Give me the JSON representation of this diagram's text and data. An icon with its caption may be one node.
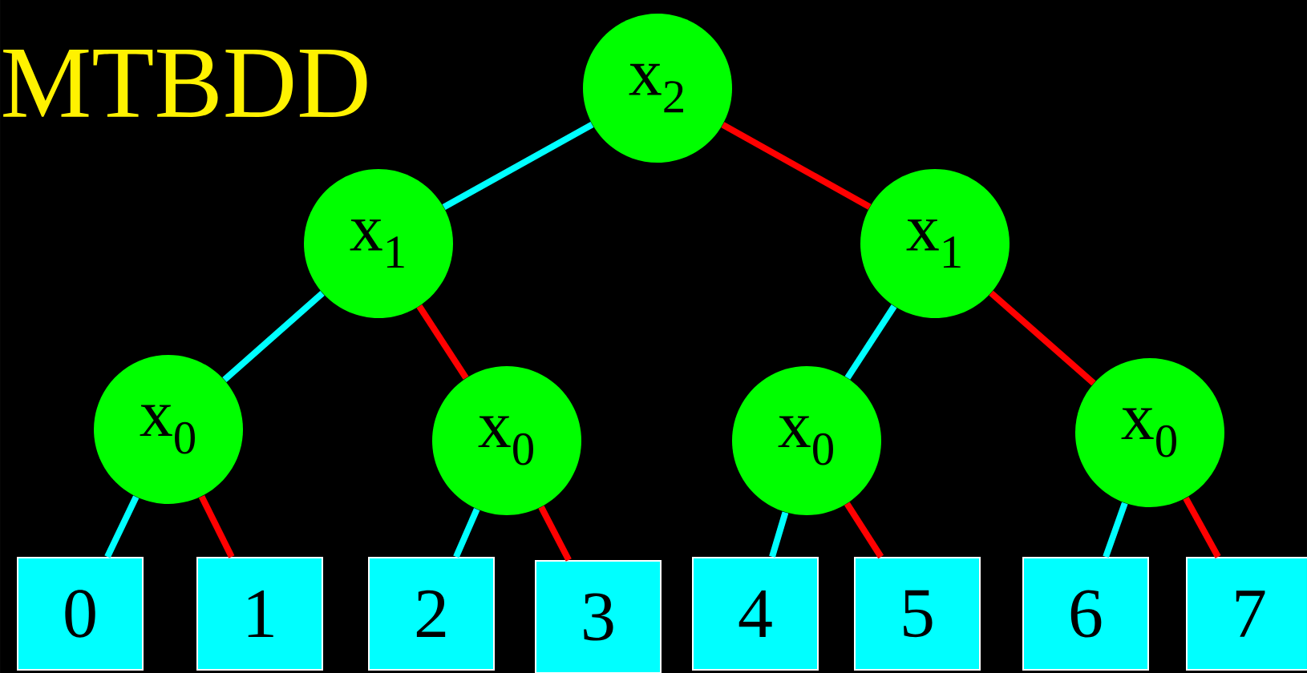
{
  "diagram": {
    "title": "MTBDD",
    "nodes": [
      {
        "text": [
          "x$_{2}$"
        ]
      },
      {
        "text": [
          "x$_{1}$"
        ]
      },
      {
        "text": [
          "x$_{1}$"
        ]
      },
      {
        "text": [
          "x$_{0}$"
        ]
      },
      {
        "text": [
          "x$_{0}$"
        ]
      },
      {
        "text": [
          "x$_{0}$"
        ]
      },
      {
        "text": [
          "x$_{0}$"
        ]
      },
      {
        "text": [
          "0"
        ]
      },
      {
        "text": [
          "1"
        ]
      },
      {
        "text": [
          "2"
        ]
      },
      {
        "text": [
          "3"
        ]
      },
      {
        "text": [
          "4"
        ]
      },
      {
        "text": [
          "5"
        ]
      },
      {
        "text": [
          "6"
        ]
      },
      {
        "text": [
          "7"
        ]
      }
    ],
    "edges": [
      {
        "from": 0,
        "to": 1,
        "arrow": "none",
        "color": "#00ffff"
      },
      {
        "from": 0,
        "to": 2,
        "arrow": "none",
        "color": "#ff0000"
      },
      {
        "from": 1,
        "to": 3,
        "arrow": "none",
        "color": "#00ffff"
      },
      {
        "from": 1,
        "to": 4,
        "arrow": "none",
        "color": "#ff0000"
      },
      {
        "from": 2,
        "to": 5,
        "arrow": "none",
        "color": "#00ffff"
      },
      {
        "from": 2,
        "to": 6,
        "arrow": "none",
        "color": "#ff0000"
      },
      {
        "from": 3,
        "to": 7,
        "arrow": "none",
        "color": "#00ffff"
      },
      {
        "from": 3,
        "to": 8,
        "arrow": "none",
        "color": "#ff0000"
      },
      {
        "from": 4,
        "to": 9,
        "arrow": "none",
        "color": "#00ffff"
      },
      {
        "from": 4,
        "to": 10,
        "arrow": "none",
        "color": "#ff0000"
      },
      {
        "from": 5,
        "to": 11,
        "arrow": "none",
        "color": "#00ffff"
      },
      {
        "from": 5,
        "to": 12,
        "arrow": "none",
        "color": "#ff0000"
      },
      {
        "from": 6,
        "to": 13,
        "arrow": "none",
        "color": "#00ffff"
      },
      {
        "from": 6,
        "to": 14,
        "arrow": "none",
        "color": "#ff0000"
      }
    ]
  }
}
